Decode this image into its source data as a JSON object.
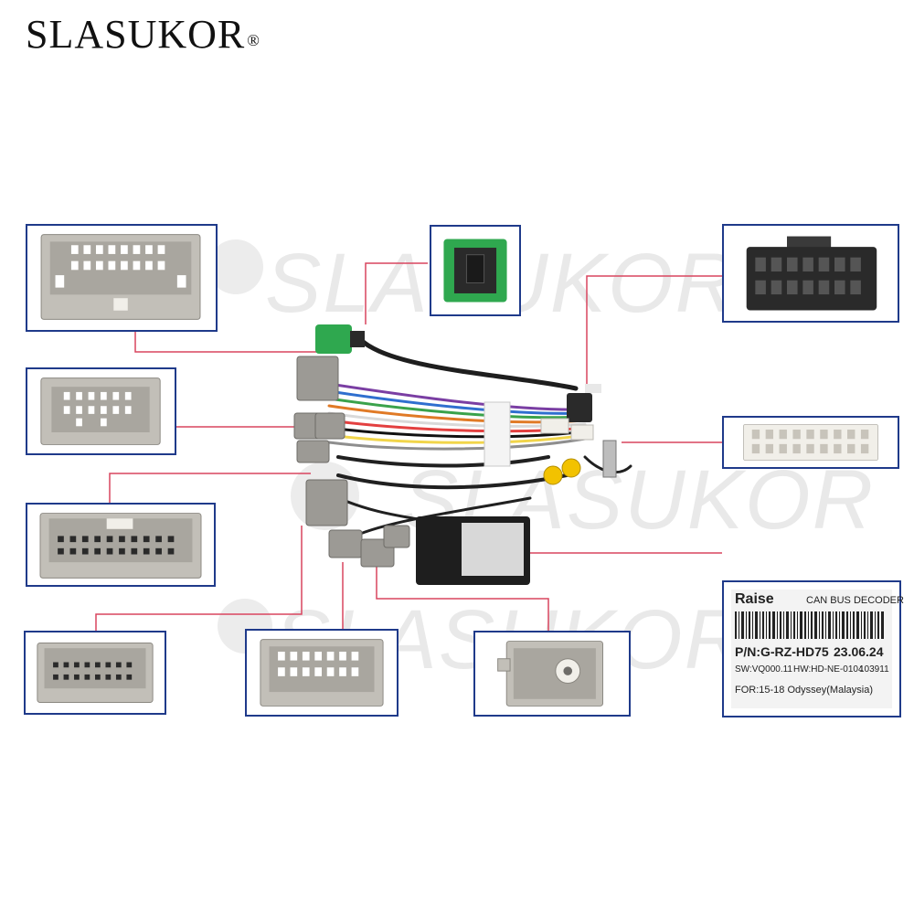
{
  "brand": {
    "name": "SLASUKOR",
    "registered": "®"
  },
  "watermark": {
    "text": "SLASUKOR"
  },
  "decoder_label": {
    "brand": "Raise",
    "type": "CAN BUS DECODER",
    "part_number": "P/N:G-RZ-HD75",
    "date": "23.06.24",
    "software": "SW:VQ000.11",
    "hardware": "HW:HD-NE-0104",
    "serial": "103911",
    "application": "FOR:15-18 Odyssey(Malaysia)"
  },
  "colors": {
    "panel_border": "#1f3a8a",
    "leader_line": "#d9455f",
    "connector_gray": "#b9b6b0",
    "connector_white": "#f1efe9",
    "connector_black": "#2a2a2a",
    "connector_green": "#2fa84f",
    "rca_yellow": "#f2c200"
  }
}
